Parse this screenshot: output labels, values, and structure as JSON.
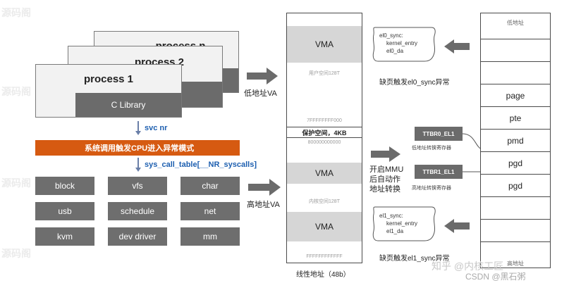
{
  "processes": {
    "n_title": "process n",
    "two_title": "process 2",
    "one_title": "process 1",
    "clib_label": "C Library"
  },
  "svc_label": "svc nr",
  "syscall_bar_label": "系统调用触发CPU进入异常模式",
  "syscall_table_label": "sys_call_table[__NR_syscalls]",
  "modules": [
    "block",
    "vfs",
    "char",
    "usb",
    "schedule",
    "net",
    "kvm",
    "dev driver",
    "mm"
  ],
  "low_addr_va": "低地址VA",
  "high_addr_va": "高地址VA",
  "address_space": {
    "vma_label": "VMA",
    "user_space_label": "用户空间128T",
    "user_top_addr": "7FFFFFFFF000",
    "guard_label": "保护空间，4KB",
    "kernel_base_addr": "800000000000",
    "kernel_space_label": "内核空间128T",
    "kernel_top_addr": "FFFFFFFFFFFF",
    "caption": "线性地址（48b）"
  },
  "mmu_label": [
    "开启MMU",
    "后自动作",
    "地址转换"
  ],
  "ttbr0": {
    "name": "TTBR0_EL1",
    "caption": "低地址转换寄存器"
  },
  "ttbr1": {
    "name": "TTBR1_EL1",
    "caption": "高地址转换寄存器"
  },
  "el0_handler": [
    "el0_sync:",
    "kernel_entry",
    "el0_da"
  ],
  "el0_caption": "缺页触发el0_sync异常",
  "el1_handler": [
    "el1_sync:",
    "kernel_entry",
    "el1_da"
  ],
  "el1_caption": "缺页触发el1_sync异常",
  "page_table": {
    "top_label": "低地址",
    "rows": [
      "page",
      "pte",
      "pmd",
      "pgd",
      "pgd"
    ],
    "bottom_label": "高地址"
  },
  "footer_text": "知乎 @内核工匠",
  "footer_csdn": "CSDN @黑石粥",
  "watermark_text": "源码阁"
}
